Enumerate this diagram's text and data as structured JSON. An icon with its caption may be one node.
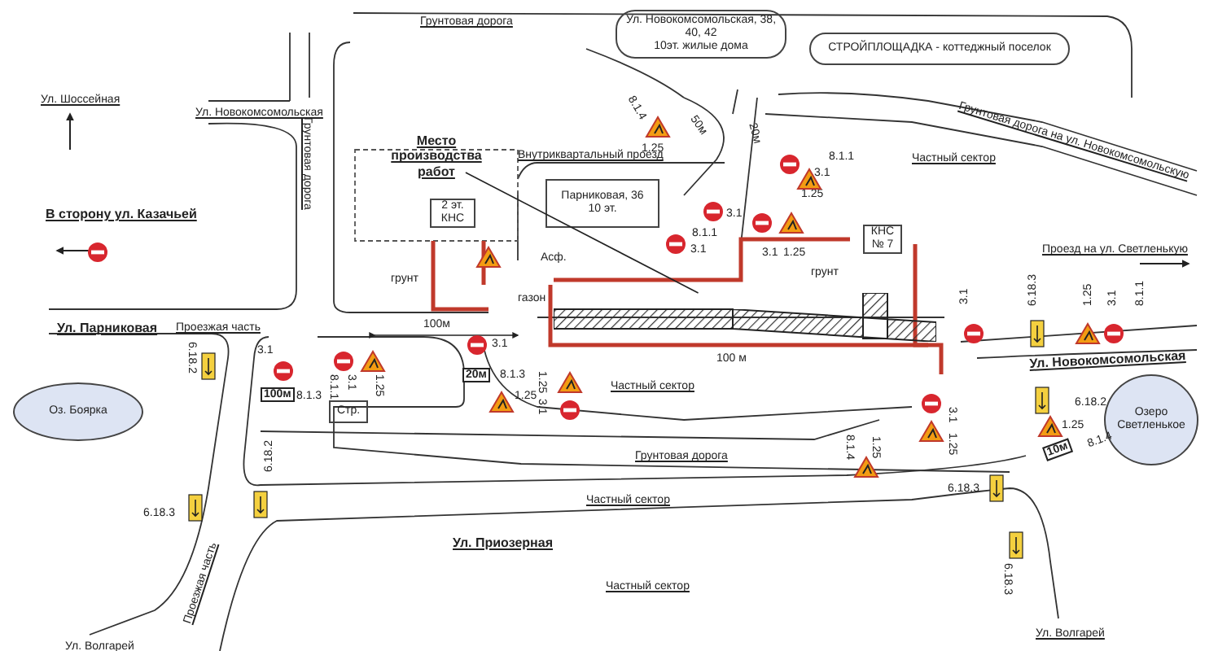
{
  "diagram": {
    "nodes": [
      {
        "text": [
          "Место производства работ"
        ]
      },
      {
        "text": [],
        "shape": "box"
      },
      {
        "text": [
          "2 эт. КНС"
        ]
      },
      {
        "text": [
          "Парниковая, 36",
          "10 эт."
        ]
      },
      {
        "text": [
          "Ул. Новокомсомольская, 38, 40, 42",
          "10эт. жилые дома"
        ]
      },
      {
        "text": [
          "СТРОЙПЛОЩАДКА - коттеджный поселок"
        ]
      },
      {
        "text": [
          "КНС № 7"
        ]
      },
      {
        "text": [
          "Стр."
        ]
      },
      {
        "text": [
          "Оз. Боярка"
        ]
      },
      {
        "text": [
          "Озеро Светленькое"
        ]
      }
    ],
    "edges": [
      {
        "from": 0,
        "to": 1,
        "arrow": "none"
      }
    ],
    "labels": [
      "Грунтовая дорога",
      "Ул. Шоссейная",
      "Ул. Новокомсомольская",
      "Грунтовая дорога",
      "В сторону ул. Казачьей",
      "Внутриквартальный проезд",
      "Асф.",
      "грунт",
      "газон",
      "грунт",
      "100м",
      "Ул. Парниковая",
      "Проезжая часть",
      "100 м",
      "Частный сектор",
      "Грунтовая дорога на ул. Новокомсомольскую",
      "Проезд на ул. Светленькую",
      "Частный сектор",
      "Ул. Новокомсомольская",
      "Грунтовая дорога",
      "Частный сектор",
      "Ул. Приозерная",
      "Частный сектор",
      "Проезжая часть",
      "Ул. Волгарей",
      "Ул. Волгарей",
      "8.1.4",
      "3.1",
      "1.25",
      "50м",
      "20м",
      "3.1",
      "8.1.1",
      "3.1",
      "8.1.1",
      "1.25",
      "3.1",
      "1.25",
      "3.1",
      "8.1.3",
      "100м",
      "8.1.1",
      "3.1",
      "1.25",
      "3.1",
      "8.1.3",
      "20м",
      "1.25",
      "1.25",
      "3.1",
      "6.18.2",
      "6.18.2",
      "6.18.3",
      "3.1",
      "6.18.3",
      "1.25",
      "3.1",
      "8.1.1",
      "3.1",
      "1.25",
      "6.18.2",
      "1.25",
      "8.1.4",
      "10м",
      "8.1.4",
      "1.25",
      "6.18.3",
      "6.18.3"
    ]
  }
}
